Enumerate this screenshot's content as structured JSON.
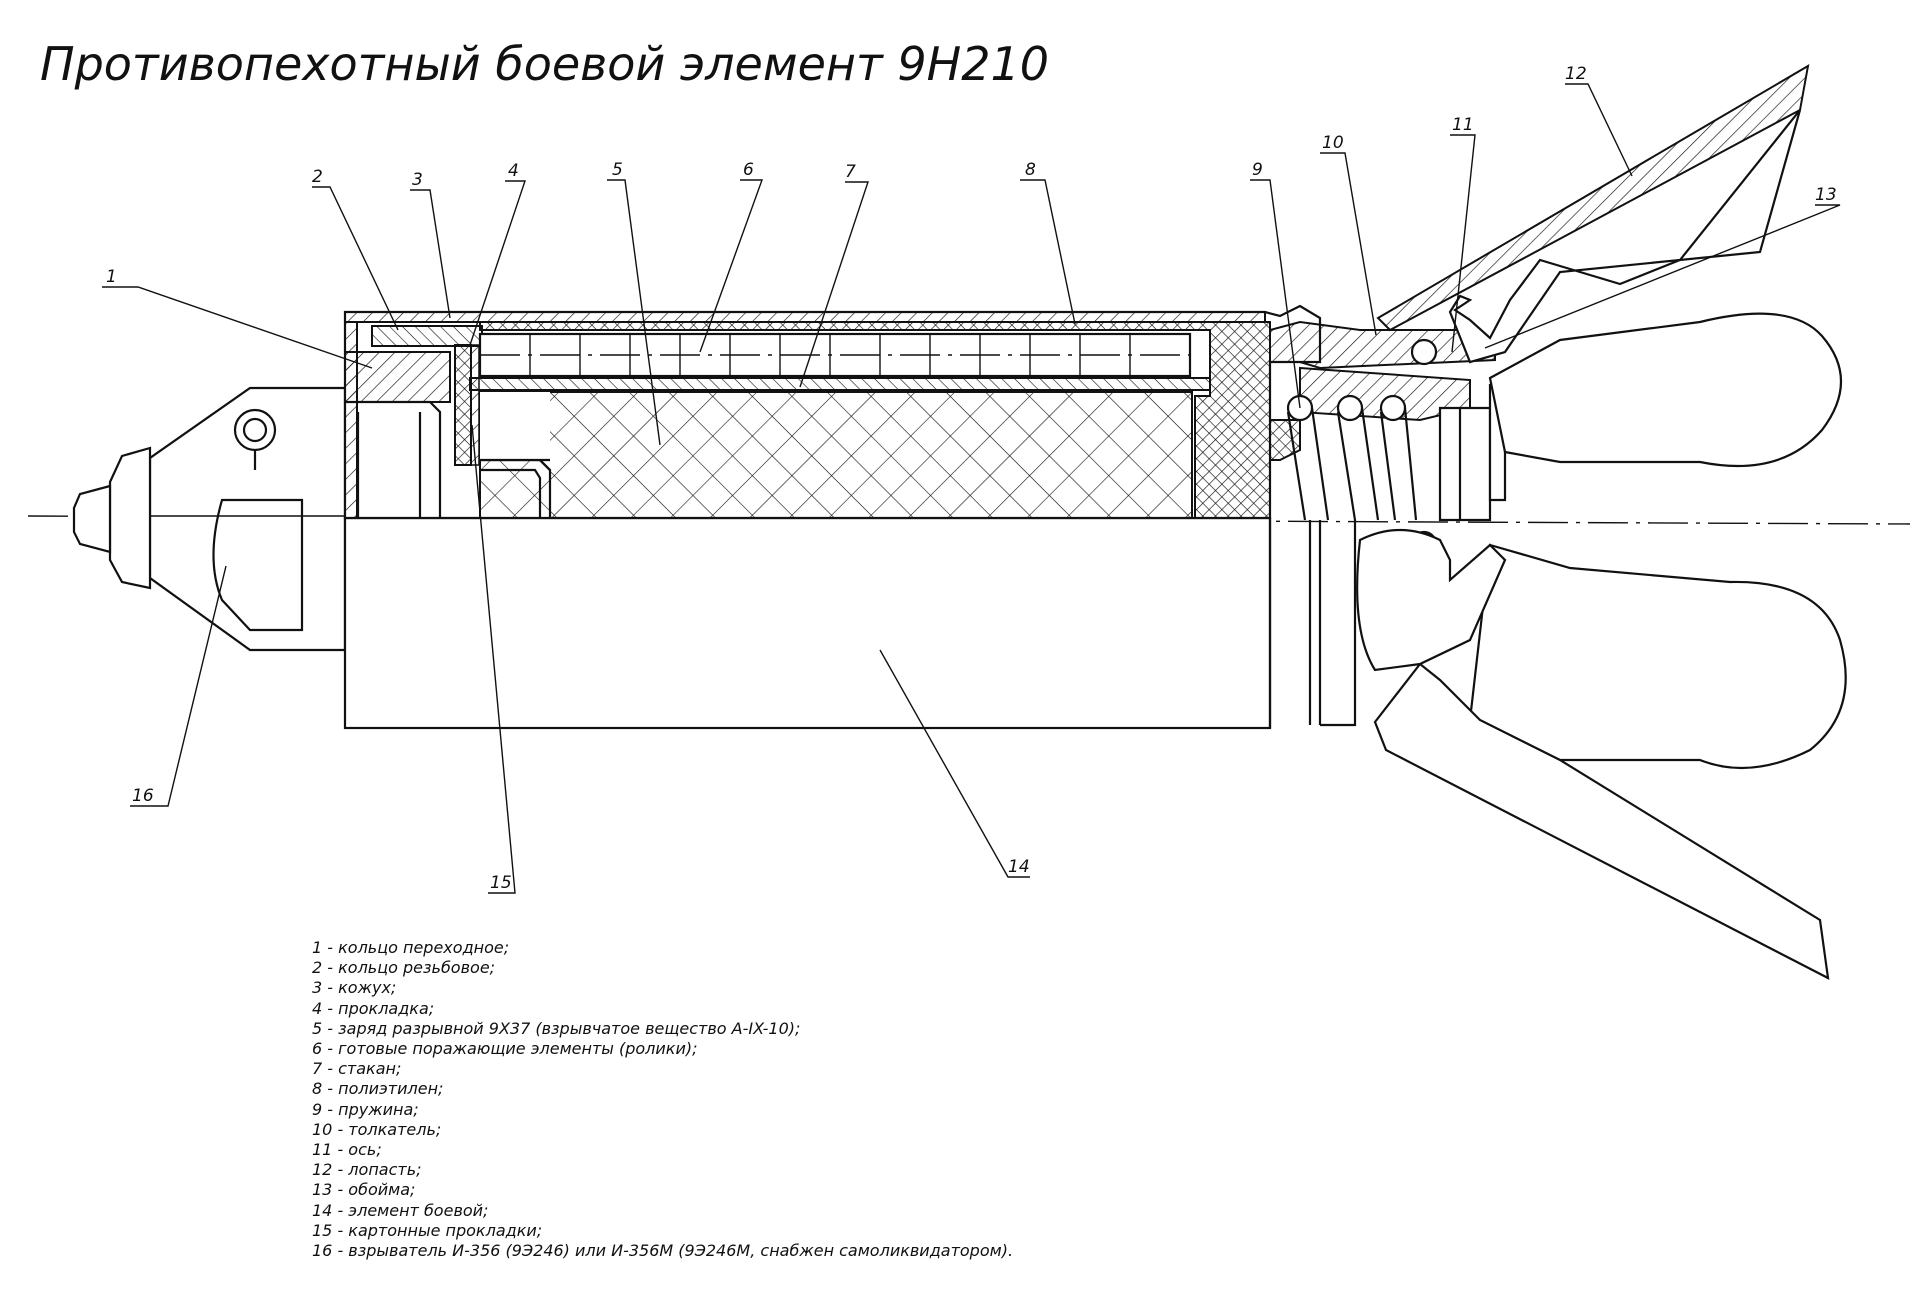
{
  "title": "Противопехотный   боевой    элемент    9Н210",
  "callouts": [
    "1",
    "2",
    "3",
    "4",
    "5",
    "6",
    "7",
    "8",
    "9",
    "10",
    "11",
    "12",
    "13",
    "14",
    "15",
    "16"
  ],
  "legend": [
    "1 - кольцо переходное;",
    "2 - кольцо резьбовое;",
    "3 - кожух;",
    "4 - прокладка;",
    "5 - заряд разрывной 9Х37 (взрывчатое вещество А-IX-10);",
    "6 - готовые поражающие элементы (ролики);",
    "7 - стакан;",
    "8 - полиэтилен;",
    "9 - пружина;",
    "10 - толкатель;",
    "11 - ось;",
    "12 - лопасть;",
    "13 - обойма;",
    "14 - элемент боевой;",
    "15 - картонные прокладки;",
    "16 - взрыватель И-356 (9Э246) или И-356М (9Э246М, снабжен самоликвидатором)."
  ]
}
